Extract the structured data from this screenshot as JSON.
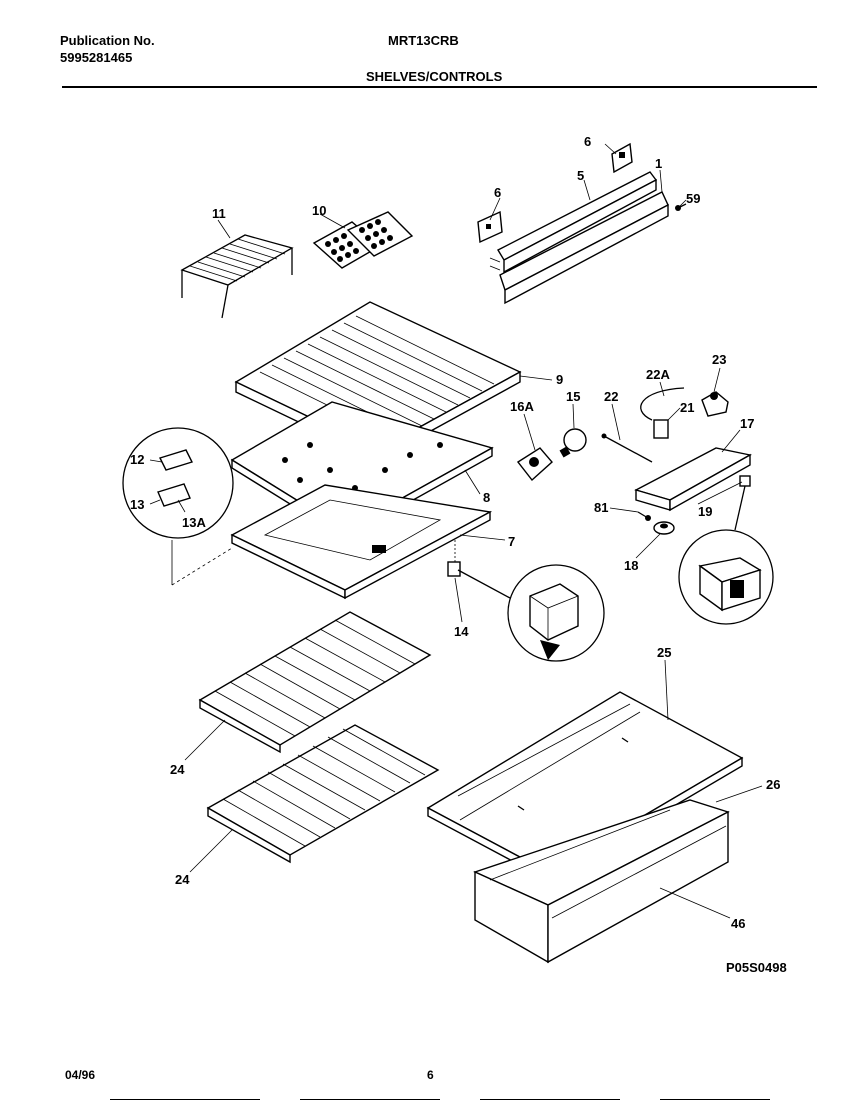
{
  "header": {
    "publication_label": "Publication No.",
    "publication_number": "5995281465",
    "model": "MRT13CRB",
    "section_title": "SHELVES/CONTROLS"
  },
  "footer": {
    "date": "04/96",
    "page_number": "6"
  },
  "drawing_code": "P05S0498",
  "callouts": {
    "c1": "1",
    "c5": "5",
    "c6a": "6",
    "c6b": "6",
    "c59": "59",
    "c10": "10",
    "c11": "11",
    "c9": "9",
    "c8": "8",
    "c7": "7",
    "c12": "12",
    "c13": "13",
    "c13a": "13A",
    "c14": "14",
    "c16a": "16A",
    "c15": "15",
    "c22": "22",
    "c22a": "22A",
    "c21": "21",
    "c23": "23",
    "c17": "17",
    "c81": "81",
    "c19": "19",
    "c18": "18",
    "c25": "25",
    "c26": "26",
    "c46": "46",
    "c24a": "24",
    "c24b": "24"
  }
}
